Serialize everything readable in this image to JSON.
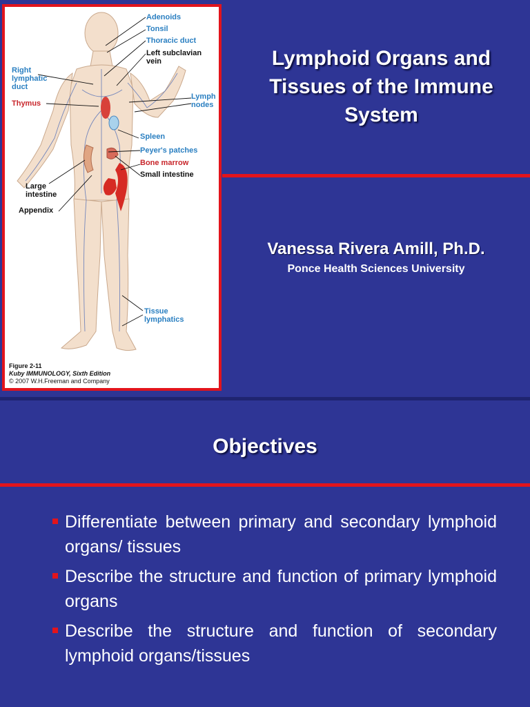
{
  "slide1": {
    "title": "Lymphoid Organs and Tissues of the Immune System",
    "author": "Vanessa Rivera Amill, Ph.D.",
    "affiliation": "Ponce Health Sciences University",
    "figure": {
      "labels": {
        "adenoids": "Adenoids",
        "tonsil": "Tonsil",
        "thoracic_duct": "Thoracic duct",
        "left_subclavian_vein": "Left subclavian\nvein",
        "right_lymphatic_duct": "Right\nlymphatic\nduct",
        "thymus": "Thymus",
        "lymph_nodes": "Lymph\nnodes",
        "spleen": "Spleen",
        "peyers_patches": "Peyer's patches",
        "bone_marrow": "Bone marrow",
        "small_intestine": "Small intestine",
        "large_intestine": "Large\nintestine",
        "appendix": "Appendix",
        "tissue_lymphatics": "Tissue\nlymphatics"
      },
      "caption": {
        "line1": "Figure 2-11",
        "line2": "Kuby IMMUNOLOGY, Sixth Edition",
        "line3": "© 2007 W.H.Freeman and Company"
      }
    }
  },
  "slide2": {
    "heading": "Objectives",
    "bullets": [
      "Differentiate between primary and secondary lymphoid organs/ tissues",
      "Describe the structure and function of primary lymphoid organs",
      "Describe the structure and function of secondary lymphoid organs/tissues"
    ]
  },
  "colors": {
    "background": "#2e3595",
    "accent_red": "#e2141c",
    "text": "#ffffff",
    "label_blue": "#2a7fc1",
    "label_red": "#c8262b"
  }
}
